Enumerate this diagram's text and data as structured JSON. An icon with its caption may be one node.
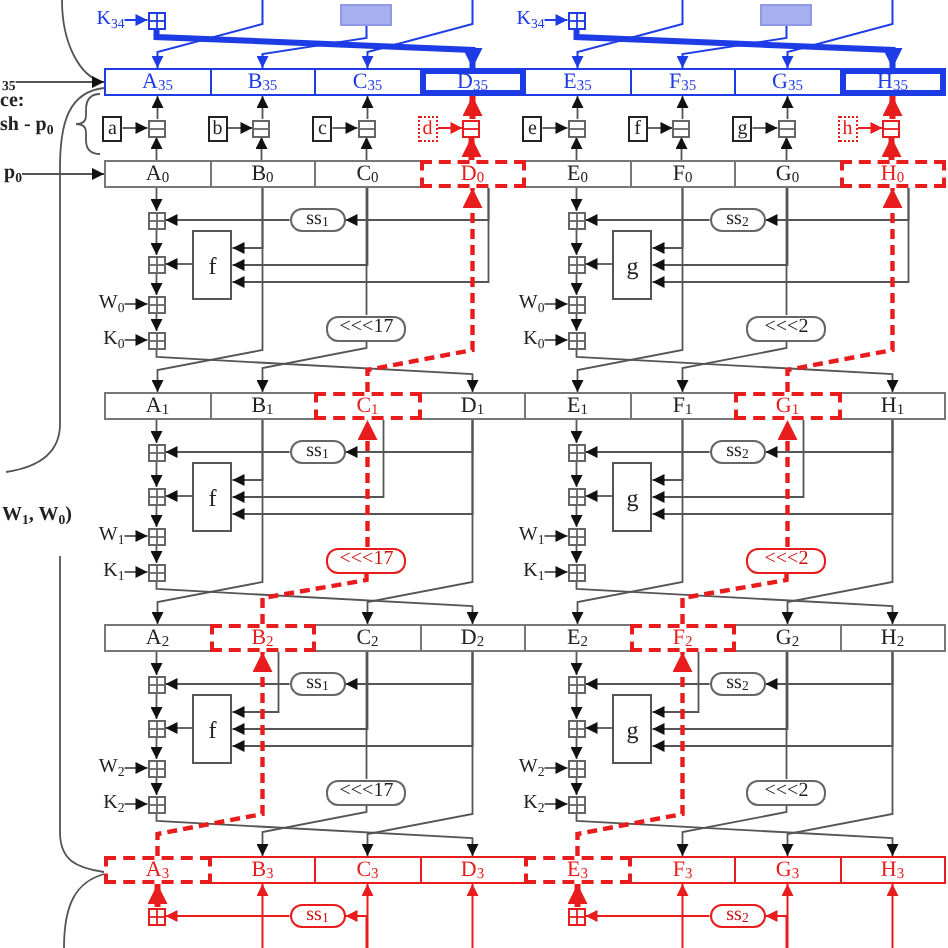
{
  "diagram": {
    "nodes": [
      {
        "text": [
          "K$_{34}$"
        ]
      },
      {
        "text": [],
        "shape": "box"
      },
      {
        "text": [],
        "shape": "box"
      },
      {
        "text": [
          "K$_{34}$"
        ]
      },
      {
        "text": [],
        "shape": "box"
      },
      {
        "text": [],
        "shape": "box"
      },
      {
        "text": [
          "$_{35}$"
        ]
      },
      {
        "text": [
          "A$_{35}$"
        ]
      },
      {
        "text": [
          "B$_{35}$"
        ]
      },
      {
        "text": [
          "C$_{35}$"
        ]
      },
      {
        "text": [
          "D$_{35}$"
        ]
      },
      {
        "text": [
          "E$_{35}$"
        ]
      },
      {
        "text": [
          "F$_{35}$"
        ]
      },
      {
        "text": [
          "G$_{35}$"
        ]
      },
      {
        "text": [
          "H$_{35}$"
        ]
      },
      {
        "text": [
          "a"
        ]
      },
      {
        "text": [
          "b"
        ]
      },
      {
        "text": [
          "c"
        ]
      },
      {
        "text": [
          "d"
        ]
      },
      {
        "text": [
          "e"
        ]
      },
      {
        "text": [
          "f"
        ]
      },
      {
        "text": [
          "g"
        ]
      },
      {
        "text": [
          "h"
        ]
      },
      {
        "text": [],
        "shape": "box"
      },
      {
        "text": [],
        "shape": "box"
      },
      {
        "text": [],
        "shape": "box"
      },
      {
        "text": [],
        "shape": "box"
      },
      {
        "text": [],
        "shape": "box"
      },
      {
        "text": [],
        "shape": "box"
      },
      {
        "text": [],
        "shape": "box"
      },
      {
        "text": [],
        "shape": "box"
      },
      {
        "text": [
          "p$_{0}$"
        ]
      },
      {
        "text": [
          "A$_{0}$"
        ]
      },
      {
        "text": [
          "B$_{0}$"
        ]
      },
      {
        "text": [
          "C$_{0}$"
        ]
      },
      {
        "text": [
          "D$_{0}$"
        ]
      },
      {
        "text": [
          "E$_{0}$"
        ]
      },
      {
        "text": [
          "F$_{0}$"
        ]
      },
      {
        "text": [
          "G$_{0}$"
        ]
      },
      {
        "text": [
          "H$_{0}$"
        ]
      },
      {
        "text": [],
        "shape": "box"
      },
      {
        "text": [
          "ss$_{1}$"
        ]
      },
      {
        "text": [],
        "shape": "box"
      },
      {
        "text": [
          "f"
        ]
      },
      {
        "text": [
          "W$_{0}$"
        ]
      },
      {
        "text": [],
        "shape": "box"
      },
      {
        "text": [
          "<<<17"
        ]
      },
      {
        "text": [
          "K$_{0}$"
        ]
      },
      {
        "text": [],
        "shape": "box"
      },
      {
        "text": [],
        "shape": "box"
      },
      {
        "text": [
          "ss$_{2}$"
        ]
      },
      {
        "text": [],
        "shape": "box"
      },
      {
        "text": [
          "g"
        ]
      },
      {
        "text": [
          "W$_{0}$"
        ]
      },
      {
        "text": [],
        "shape": "box"
      },
      {
        "text": [
          "<<<2"
        ]
      },
      {
        "text": [
          "K$_{0}$"
        ]
      },
      {
        "text": [],
        "shape": "box"
      },
      {
        "text": [
          "A$_{1}$"
        ]
      },
      {
        "text": [
          "B$_{1}$"
        ]
      },
      {
        "text": [
          "C$_{1}$"
        ]
      },
      {
        "text": [
          "D$_{1}$"
        ]
      },
      {
        "text": [
          "E$_{1}$"
        ]
      },
      {
        "text": [
          "F$_{1}$"
        ]
      },
      {
        "text": [
          "G$_{1}$"
        ]
      },
      {
        "text": [
          "H$_{1}$"
        ]
      },
      {
        "text": [],
        "shape": "box"
      },
      {
        "text": [
          "ss$_{1}$"
        ]
      },
      {
        "text": [],
        "shape": "box"
      },
      {
        "text": [
          "f"
        ]
      },
      {
        "text": [
          "W$_{1}$"
        ]
      },
      {
        "text": [],
        "shape": "box"
      },
      {
        "text": [
          "<<<17"
        ]
      },
      {
        "text": [
          "K$_{1}$"
        ]
      },
      {
        "text": [],
        "shape": "box"
      },
      {
        "text": [],
        "shape": "box"
      },
      {
        "text": [
          "ss$_{2}$"
        ]
      },
      {
        "text": [],
        "shape": "box"
      },
      {
        "text": [
          "g"
        ]
      },
      {
        "text": [
          "W$_{1}$"
        ]
      },
      {
        "text": [],
        "shape": "box"
      },
      {
        "text": [
          "<<<2"
        ]
      },
      {
        "text": [
          "K$_{1}$"
        ]
      },
      {
        "text": [],
        "shape": "box"
      },
      {
        "text": [
          "A$_{2}$"
        ]
      },
      {
        "text": [
          "B$_{2}$"
        ]
      },
      {
        "text": [
          "C$_{2}$"
        ]
      },
      {
        "text": [
          "D$_{2}$"
        ]
      },
      {
        "text": [
          "E$_{2}$"
        ]
      },
      {
        "text": [
          "F$_{2}$"
        ]
      },
      {
        "text": [
          "G$_{2}$"
        ]
      },
      {
        "text": [
          "H$_{2}$"
        ]
      },
      {
        "text": [],
        "shape": "box"
      },
      {
        "text": [
          "ss$_{1}$"
        ]
      },
      {
        "text": [],
        "shape": "box"
      },
      {
        "text": [
          "f"
        ]
      },
      {
        "text": [
          "W$_{2}$"
        ]
      },
      {
        "text": [],
        "shape": "box"
      },
      {
        "text": [
          "<<<17"
        ]
      },
      {
        "text": [
          "K$_{2}$"
        ]
      },
      {
        "text": [],
        "shape": "box"
      },
      {
        "text": [],
        "shape": "box"
      },
      {
        "text": [
          "ss$_{2}$"
        ]
      },
      {
        "text": [],
        "shape": "box"
      },
      {
        "text": [
          "g"
        ]
      },
      {
        "text": [
          "W$_{2}$"
        ]
      },
      {
        "text": [],
        "shape": "box"
      },
      {
        "text": [
          "<<<2"
        ]
      },
      {
        "text": [
          "K$_{2}$"
        ]
      },
      {
        "text": [],
        "shape": "box"
      },
      {
        "text": [
          "A$_{3}$"
        ]
      },
      {
        "text": [
          "B$_{3}$"
        ]
      },
      {
        "text": [
          "C$_{3}$"
        ]
      },
      {
        "text": [
          "D$_{3}$"
        ]
      },
      {
        "text": [
          "E$_{3}$"
        ]
      },
      {
        "text": [
          "F$_{3}$"
        ]
      },
      {
        "text": [
          "G$_{3}$"
        ]
      },
      {
        "text": [
          "H$_{3}$"
        ]
      },
      {
        "text": [],
        "shape": "box"
      },
      {
        "text": [
          "ss$_{1}$"
        ]
      },
      {
        "text": [],
        "shape": "box"
      },
      {
        "text": [
          "ss$_{2}$"
        ]
      }
    ],
    "edges": [
      {
        "from": 0,
        "to": 1,
        "arrow": "to",
        "color": "#1e3ce6"
      },
      {
        "from": 1,
        "to": 10,
        "arrow": "to",
        "style": "thick",
        "color": "#1e3ce6"
      },
      {
        "from": 3,
        "to": 4,
        "arrow": "to",
        "color": "#1e3ce6"
      },
      {
        "from": 4,
        "to": 14,
        "arrow": "to",
        "style": "thick",
        "color": "#1e3ce6"
      },
      {
        "from": 2,
        "to": 8,
        "arrow": "to",
        "color": "#1e3ce6"
      },
      {
        "from": 5,
        "to": 12,
        "arrow": "to",
        "color": "#1e3ce6"
      },
      {
        "from": null,
        "to": 7,
        "arrow": "to",
        "color": "#1e3ce6"
      },
      {
        "from": null,
        "to": 9,
        "arrow": "to",
        "color": "#1e3ce6"
      },
      {
        "from": null,
        "to": 11,
        "arrow": "to",
        "color": "#1e3ce6"
      },
      {
        "from": null,
        "to": 13,
        "arrow": "to",
        "color": "#1e3ce6"
      },
      {
        "from": 6,
        "to": 7,
        "arrow": "to"
      },
      {
        "from": 15,
        "to": 23,
        "arrow": "to"
      },
      {
        "from": 32,
        "to": 23,
        "arrow": "to"
      },
      {
        "from": 23,
        "to": 7,
        "arrow": "to"
      },
      {
        "from": 16,
        "to": 24,
        "arrow": "to"
      },
      {
        "from": 33,
        "to": 24,
        "arrow": "to"
      },
      {
        "from": 24,
        "to": 8,
        "arrow": "to"
      },
      {
        "from": 17,
        "to": 25,
        "arrow": "to"
      },
      {
        "from": 34,
        "to": 25,
        "arrow": "to"
      },
      {
        "from": 25,
        "to": 9,
        "arrow": "to"
      },
      {
        "from": 18,
        "to": 26,
        "arrow": "to",
        "color": "#e81c1c"
      },
      {
        "from": 35,
        "to": 26,
        "arrow": "to",
        "style": "thick",
        "color": "#e81c1c"
      },
      {
        "from": 26,
        "to": 10,
        "arrow": "to",
        "style": "thick",
        "color": "#e81c1c"
      },
      {
        "from": 19,
        "to": 27,
        "arrow": "to"
      },
      {
        "from": 36,
        "to": 27,
        "arrow": "to"
      },
      {
        "from": 27,
        "to": 11,
        "arrow": "to"
      },
      {
        "from": 20,
        "to": 28,
        "arrow": "to"
      },
      {
        "from": 37,
        "to": 28,
        "arrow": "to"
      },
      {
        "from": 28,
        "to": 12,
        "arrow": "to"
      },
      {
        "from": 21,
        "to": 29,
        "arrow": "to"
      },
      {
        "from": 38,
        "to": 29,
        "arrow": "to"
      },
      {
        "from": 29,
        "to": 13,
        "arrow": "to"
      },
      {
        "from": 22,
        "to": 30,
        "arrow": "to",
        "color": "#e81c1c"
      },
      {
        "from": 39,
        "to": 30,
        "arrow": "to",
        "style": "thick",
        "color": "#e81c1c"
      },
      {
        "from": 30,
        "to": 14,
        "arrow": "to",
        "style": "thick",
        "color": "#e81c1c"
      },
      {
        "from": 31,
        "to": 32,
        "arrow": "to"
      },
      {
        "from": 32,
        "to": 40,
        "arrow": "to"
      },
      {
        "from": 35,
        "to": 41,
        "arrow": "to"
      },
      {
        "from": 41,
        "to": 40,
        "arrow": "to"
      },
      {
        "from": 40,
        "to": 42,
        "arrow": "to"
      },
      {
        "from": 43,
        "to": 42,
        "arrow": "to"
      },
      {
        "from": 33,
        "to": 43,
        "arrow": "to"
      },
      {
        "from": 34,
        "to": 43,
        "arrow": "to"
      },
      {
        "from": 35,
        "to": 43,
        "arrow": "to"
      },
      {
        "from": 42,
        "to": 45,
        "arrow": "to"
      },
      {
        "from": 44,
        "to": 45,
        "arrow": "to"
      },
      {
        "from": 45,
        "to": 48,
        "arrow": "to"
      },
      {
        "from": 47,
        "to": 48,
        "arrow": "to"
      },
      {
        "from": 48,
        "to": 61,
        "arrow": "to"
      },
      {
        "from": 33,
        "to": 58,
        "arrow": "to"
      },
      {
        "from": 34,
        "to": 46,
        "arrow": "none"
      },
      {
        "from": 46,
        "to": 59,
        "arrow": "to"
      },
      {
        "from": 60,
        "to": 35,
        "arrow": "to",
        "style": "dashed",
        "color": "#e81c1c"
      },
      {
        "from": 36,
        "to": 49,
        "arrow": "to"
      },
      {
        "from": 39,
        "to": 50,
        "arrow": "to"
      },
      {
        "from": 50,
        "to": 49,
        "arrow": "to"
      },
      {
        "from": 49,
        "to": 51,
        "arrow": "to"
      },
      {
        "from": 52,
        "to": 51,
        "arrow": "to"
      },
      {
        "from": 37,
        "to": 52,
        "arrow": "to"
      },
      {
        "from": 38,
        "to": 52,
        "arrow": "to"
      },
      {
        "from": 39,
        "to": 52,
        "arrow": "to"
      },
      {
        "from": 51,
        "to": 54,
        "arrow": "to"
      },
      {
        "from": 53,
        "to": 54,
        "arrow": "to"
      },
      {
        "from": 54,
        "to": 57,
        "arrow": "to"
      },
      {
        "from": 56,
        "to": 57,
        "arrow": "to"
      },
      {
        "from": 57,
        "to": 65,
        "arrow": "to"
      },
      {
        "from": 37,
        "to": 62,
        "arrow": "to"
      },
      {
        "from": 38,
        "to": 55,
        "arrow": "none"
      },
      {
        "from": 55,
        "to": 63,
        "arrow": "to"
      },
      {
        "from": 64,
        "to": 39,
        "arrow": "to",
        "style": "dashed",
        "color": "#e81c1c"
      },
      {
        "from": 58,
        "to": 66,
        "arrow": "to"
      },
      {
        "from": 61,
        "to": 67,
        "arrow": "to"
      },
      {
        "from": 67,
        "to": 66,
        "arrow": "to"
      },
      {
        "from": 66,
        "to": 68,
        "arrow": "to"
      },
      {
        "from": 69,
        "to": 68,
        "arrow": "to"
      },
      {
        "from": 59,
        "to": 69,
        "arrow": "to"
      },
      {
        "from": 60,
        "to": 69,
        "arrow": "to"
      },
      {
        "from": 61,
        "to": 69,
        "arrow": "to"
      },
      {
        "from": 68,
        "to": 71,
        "arrow": "to"
      },
      {
        "from": 70,
        "to": 71,
        "arrow": "to"
      },
      {
        "from": 71,
        "to": 74,
        "arrow": "to"
      },
      {
        "from": 73,
        "to": 74,
        "arrow": "to"
      },
      {
        "from": 74,
        "to": 87,
        "arrow": "to"
      },
      {
        "from": 59,
        "to": 84,
        "arrow": "to"
      },
      {
        "from": 85,
        "to": 72,
        "arrow": "none",
        "style": "dashed",
        "color": "#e81c1c"
      },
      {
        "from": 72,
        "to": 60,
        "arrow": "to",
        "style": "dashed",
        "color": "#e81c1c"
      },
      {
        "from": 61,
        "to": 86,
        "arrow": "to"
      },
      {
        "from": 62,
        "to": 75,
        "arrow": "to"
      },
      {
        "from": 65,
        "to": 76,
        "arrow": "to"
      },
      {
        "from": 76,
        "to": 75,
        "arrow": "to"
      },
      {
        "from": 75,
        "to": 77,
        "arrow": "to"
      },
      {
        "from": 78,
        "to": 77,
        "arrow": "to"
      },
      {
        "from": 63,
        "to": 78,
        "arrow": "to"
      },
      {
        "from": 64,
        "to": 78,
        "arrow": "to"
      },
      {
        "from": 65,
        "to": 78,
        "arrow": "to"
      },
      {
        "from": 77,
        "to": 80,
        "arrow": "to"
      },
      {
        "from": 79,
        "to": 80,
        "arrow": "to"
      },
      {
        "from": 80,
        "to": 83,
        "arrow": "to"
      },
      {
        "from": 82,
        "to": 83,
        "arrow": "to"
      },
      {
        "from": 83,
        "to": 91,
        "arrow": "to"
      },
      {
        "from": 63,
        "to": 88,
        "arrow": "to"
      },
      {
        "from": 89,
        "to": 81,
        "arrow": "none",
        "style": "dashed",
        "color": "#e81c1c"
      },
      {
        "from": 81,
        "to": 64,
        "arrow": "to",
        "style": "dashed",
        "color": "#e81c1c"
      },
      {
        "from": 65,
        "to": 90,
        "arrow": "to"
      },
      {
        "from": 84,
        "to": 92,
        "arrow": "to"
      },
      {
        "from": 87,
        "to": 93,
        "arrow": "to"
      },
      {
        "from": 93,
        "to": 92,
        "arrow": "to"
      },
      {
        "from": 92,
        "to": 94,
        "arrow": "to"
      },
      {
        "from": 95,
        "to": 94,
        "arrow": "to"
      },
      {
        "from": 85,
        "to": 95,
        "arrow": "to"
      },
      {
        "from": 86,
        "to": 95,
        "arrow": "to"
      },
      {
        "from": 87,
        "to": 95,
        "arrow": "to"
      },
      {
        "from": 94,
        "to": 97,
        "arrow": "to"
      },
      {
        "from": 96,
        "to": 97,
        "arrow": "to"
      },
      {
        "from": 97,
        "to": 100,
        "arrow": "to"
      },
      {
        "from": 99,
        "to": 100,
        "arrow": "to"
      },
      {
        "from": 100,
        "to": 113,
        "arrow": "to"
      },
      {
        "from": 110,
        "to": 85,
        "arrow": "to",
        "style": "dashed",
        "color": "#e81c1c"
      },
      {
        "from": 86,
        "to": 98,
        "arrow": "none"
      },
      {
        "from": 98,
        "to": 111,
        "arrow": "to"
      },
      {
        "from": 87,
        "to": 112,
        "arrow": "to"
      },
      {
        "from": 88,
        "to": 101,
        "arrow": "to"
      },
      {
        "from": 91,
        "to": 102,
        "arrow": "to"
      },
      {
        "from": 102,
        "to": 101,
        "arrow": "to"
      },
      {
        "from": 101,
        "to": 103,
        "arrow": "to"
      },
      {
        "from": 104,
        "to": 103,
        "arrow": "to"
      },
      {
        "from": 89,
        "to": 104,
        "arrow": "to"
      },
      {
        "from": 90,
        "to": 104,
        "arrow": "to"
      },
      {
        "from": 91,
        "to": 104,
        "arrow": "to"
      },
      {
        "from": 103,
        "to": 106,
        "arrow": "to"
      },
      {
        "from": 105,
        "to": 106,
        "arrow": "to"
      },
      {
        "from": 106,
        "to": 109,
        "arrow": "to"
      },
      {
        "from": 108,
        "to": 109,
        "arrow": "to"
      },
      {
        "from": 109,
        "to": 117,
        "arrow": "to"
      },
      {
        "from": 114,
        "to": 89,
        "arrow": "to",
        "style": "dashed",
        "color": "#e81c1c"
      },
      {
        "from": 90,
        "to": 107,
        "arrow": "none"
      },
      {
        "from": 107,
        "to": 115,
        "arrow": "to"
      },
      {
        "from": 91,
        "to": 116,
        "arrow": "to"
      },
      {
        "from": null,
        "to": 119,
        "arrow": "to",
        "color": "#e81c1c"
      },
      {
        "from": 119,
        "to": 118,
        "arrow": "to",
        "color": "#e81c1c"
      },
      {
        "from": 118,
        "to": 110,
        "arrow": "to",
        "style": "thick",
        "color": "#e81c1c"
      },
      {
        "from": null,
        "to": 111,
        "arrow": "to",
        "color": "#e81c1c"
      },
      {
        "from": null,
        "to": 112,
        "arrow": "to",
        "color": "#e81c1c"
      },
      {
        "from": null,
        "to": 113,
        "arrow": "to",
        "color": "#e81c1c"
      },
      {
        "from": null,
        "to": 121,
        "arrow": "to",
        "color": "#e81c1c"
      },
      {
        "from": 121,
        "to": 120,
        "arrow": "to",
        "color": "#e81c1c"
      },
      {
        "from": 120,
        "to": 114,
        "arrow": "to",
        "style": "thick",
        "color": "#e81c1c"
      },
      {
        "from": null,
        "to": 115,
        "arrow": "to",
        "color": "#e81c1c"
      },
      {
        "from": null,
        "to": 116,
        "arrow": "to",
        "color": "#e81c1c"
      },
      {
        "from": null,
        "to": 117,
        "arrow": "to",
        "color": "#e81c1c"
      }
    ],
    "labels": [
      "ce:",
      "sh - p$_{0}$",
      "W$_{1}$, W$_{0}$)"
    ]
  }
}
